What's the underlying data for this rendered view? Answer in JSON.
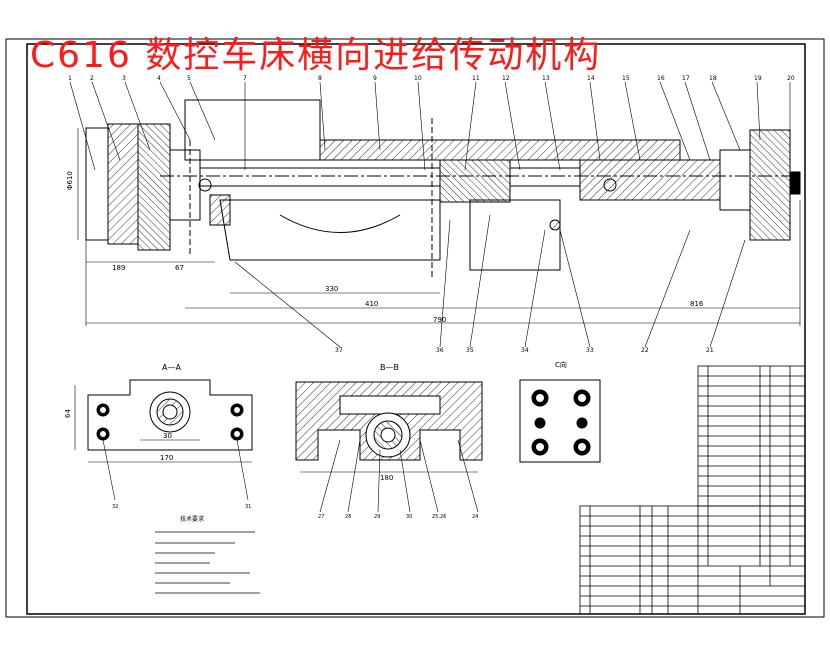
{
  "title": "C616 数控车床横向进给传动机构",
  "section_labels": {
    "section_a": "A—A",
    "section_b": "B—B",
    "view_c": "C向"
  },
  "dimensions": {
    "d189": "189",
    "d67": "67",
    "d330": "330",
    "d410": "410",
    "d816": "816",
    "d790": "790",
    "d170": "170",
    "d30": "30",
    "d180": "180",
    "d64": "64",
    "d610": "Φ610"
  },
  "notes_title": "技术要求",
  "colors": {
    "title": "#ff1a1a",
    "line": "#000000",
    "hatch": "#000000"
  }
}
